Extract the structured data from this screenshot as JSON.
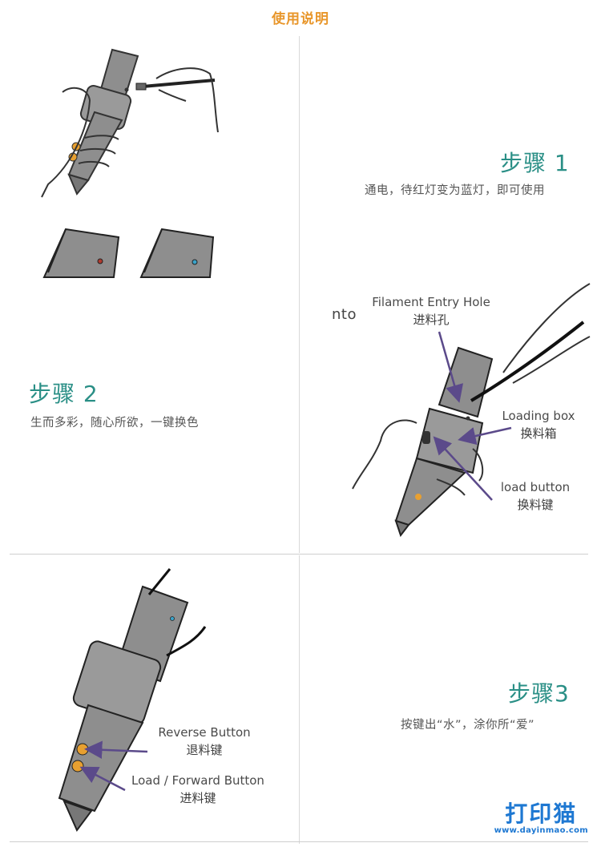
{
  "header": {
    "title": "使用说明"
  },
  "step1": {
    "title": "步骤 1",
    "description": "通电，待红灯变为蓝灯，即可使用"
  },
  "step2": {
    "title": "步骤 2",
    "description": "生而多彩，随心所欲，一键换色",
    "cut_text": "nto",
    "labels": {
      "entry_en": "Filament Entry Hole",
      "entry_cn": "进料孔",
      "box_en": "Loading box",
      "box_cn": "换料箱",
      "load_en": "load button",
      "load_cn": "换料键"
    }
  },
  "step3": {
    "title": "步骤3",
    "description": "按键出“水”，涂你所“爱”",
    "labels": {
      "reverse_en": "Reverse Button",
      "reverse_cn": "退料键",
      "forward_en": "Load / Forward Button",
      "forward_cn": "进料键"
    }
  },
  "brand": {
    "name": "打印猫",
    "url": "www.dayinmao.com",
    "color": "#1e78d2"
  },
  "colors": {
    "accent": "#e8962a",
    "step_title": "#2a8f86",
    "pen_body": "#8e8e8e",
    "pen_dark": "#5f5f5f",
    "red_led": "#b03a2e",
    "blue_led": "#3aa3c9",
    "button_orange": "#e8a030",
    "arrow": "#5b4a8a"
  }
}
